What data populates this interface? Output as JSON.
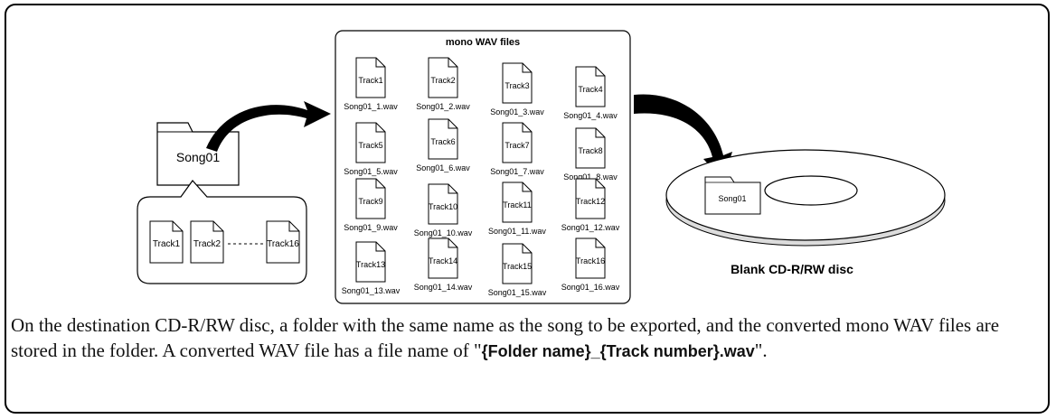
{
  "mono_box_title": "mono WAV files",
  "song_folder_label": "Song01",
  "source_tracks": [
    "Track1",
    "Track2",
    "Track16"
  ],
  "files": [
    {
      "track": "Track1",
      "file": "Song01_1.wav"
    },
    {
      "track": "Track2",
      "file": "Song01_2.wav"
    },
    {
      "track": "Track3",
      "file": "Song01_3.wav"
    },
    {
      "track": "Track4",
      "file": "Song01_4.wav"
    },
    {
      "track": "Track5",
      "file": "Song01_5.wav"
    },
    {
      "track": "Track6",
      "file": "Song01_6.wav"
    },
    {
      "track": "Track7",
      "file": "Song01_7.wav"
    },
    {
      "track": "Track8",
      "file": "Song01_8.wav"
    },
    {
      "track": "Track9",
      "file": "Song01_9.wav"
    },
    {
      "track": "Track10",
      "file": "Song01_10.wav"
    },
    {
      "track": "Track11",
      "file": "Song01_11.wav"
    },
    {
      "track": "Track12",
      "file": "Song01_12.wav"
    },
    {
      "track": "Track13",
      "file": "Song01_13.wav"
    },
    {
      "track": "Track14",
      "file": "Song01_14.wav"
    },
    {
      "track": "Track15",
      "file": "Song01_15.wav"
    },
    {
      "track": "Track16",
      "file": "Song01_16.wav"
    }
  ],
  "disc_folder_label": "Song01",
  "disc_label": "Blank CD-R/RW disc",
  "caption": {
    "text": "On the destination CD-R/RW disc, a folder with the same name as the song to be exported, and the converted mono WAV files are stored in the folder. A converted WAV file has a file name of \"",
    "code": "{Folder name}_{Track number}.wav",
    "end": "\"."
  }
}
